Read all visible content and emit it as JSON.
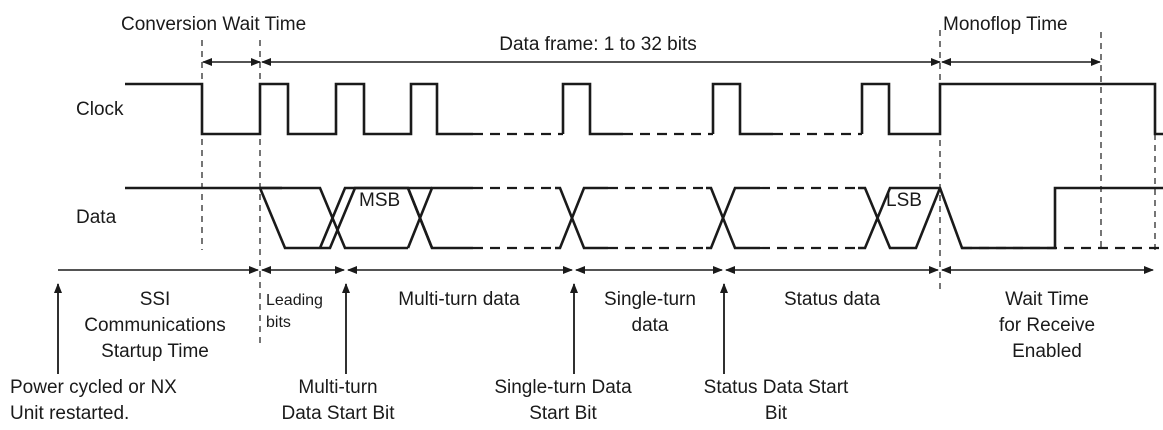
{
  "labels": {
    "conversion_wait_time": "Conversion Wait Time",
    "data_frame": "Data frame: 1 to 32 bits",
    "monoflop_time": "Monoflop Time",
    "clock": "Clock",
    "data": "Data",
    "msb": "MSB",
    "lsb": "LSB"
  },
  "segments": {
    "ssi_startup": [
      "SSI",
      "Communications",
      "Startup Time"
    ],
    "leading_bits": [
      "Leading",
      "bits"
    ],
    "multi_turn_data": "Multi-turn data",
    "single_turn_data": [
      "Single-turn",
      "data"
    ],
    "status_data": "Status data",
    "wait_time": [
      "Wait Time",
      "for Receive",
      "Enabled"
    ]
  },
  "events": {
    "power_cycled": [
      "Power cycled or NX",
      "Unit restarted."
    ],
    "multi_turn_start": [
      "Multi-turn",
      "Data Start Bit"
    ],
    "single_turn_start": [
      "Single-turn Data",
      "Start Bit"
    ],
    "status_start": [
      "Status Data Start",
      "Bit"
    ]
  }
}
